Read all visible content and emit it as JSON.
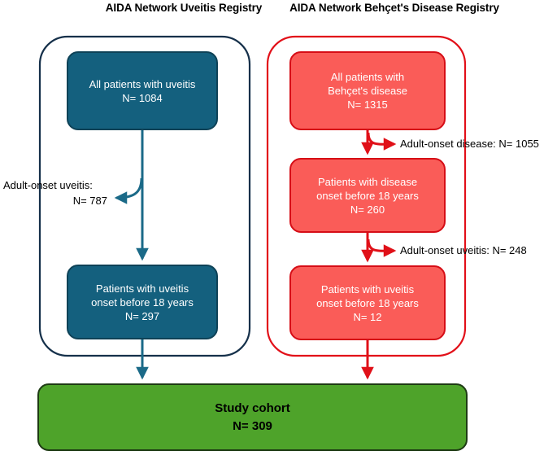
{
  "diagram": {
    "type": "patient-selection-flowchart",
    "columns": [
      {
        "id": "uveitis-registry",
        "title_line1": "AIDA Network",
        "title_line2": "Uveitis Registry",
        "accent_color": "#14607E",
        "border_color": "#0E4257"
      },
      {
        "id": "behcet-registry",
        "title_line1": "AIDA Network Behçet's",
        "title_line2": "Disease Registry",
        "accent_color": "#FA5C58",
        "border_color": "#D60D16"
      }
    ],
    "nodes": {
      "uveitis_all": {
        "line1": "All patients with uveitis",
        "line2": "N= 1084",
        "count": 1084
      },
      "uveitis_minor": {
        "line1": "Patients with uveitis",
        "line2": "onset before 18 years",
        "line3": "N= 297",
        "count": 297
      },
      "behcet_all": {
        "line1": "All patients with",
        "line2": "Behçet's disease",
        "line3": "N= 1315",
        "count": 1315
      },
      "behcet_minor": {
        "line1": "Patients with disease",
        "line2": "onset before 18 years",
        "line3": "N= 260",
        "count": 260
      },
      "behcet_uveitis_minor": {
        "line1": "Patients with uveitis",
        "line2": "onset before 18 years",
        "line3": "N= 12",
        "count": 12
      },
      "study_cohort": {
        "line1": "Study cohort",
        "line2": "N= 309",
        "count": 309,
        "color": "#4EA32A"
      }
    },
    "exclusions": {
      "left_adult_uveitis": {
        "line1": "Adult-onset uveitis:",
        "line2": "N= 787",
        "count": 787
      },
      "right_adult_disease": {
        "text": "Adult-onset disease: N= 1055",
        "count": 1055
      },
      "right_adult_uveitis": {
        "text": "Adult-onset uveitis: N= 248",
        "count": 248
      }
    }
  }
}
